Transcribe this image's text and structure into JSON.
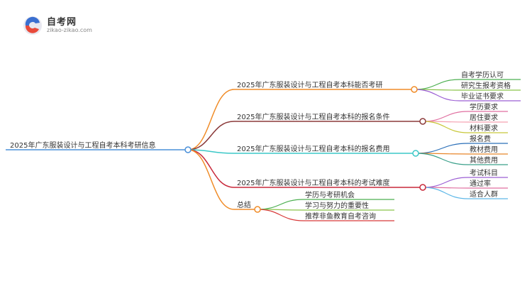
{
  "logo": {
    "title": "自考网",
    "url": "zikao-zikao.com",
    "icon": "zikao-logo-icon"
  },
  "root": {
    "label": "2025年广东服装设计与工程自考本科考研信息",
    "color": "#4a90d9"
  },
  "branches": [
    {
      "label": "2025年广东服装设计与工程自考本科能否考研",
      "color": "#f08c28",
      "children": [
        {
          "label": "自考学历认可",
          "color": "#4caf50"
        },
        {
          "label": "研究生报考资格",
          "color": "#8bc34a"
        },
        {
          "label": "毕业证书要求",
          "color": "#9c5fd4"
        }
      ]
    },
    {
      "label": "2025年广东服装设计与工程自考本科的报名条件",
      "color": "#8b3a3a",
      "children": [
        {
          "label": "学历要求",
          "color": "#e06fa0"
        },
        {
          "label": "居住要求",
          "color": "#f5a0b0"
        },
        {
          "label": "材料要求",
          "color": "#c8c83a"
        }
      ]
    },
    {
      "label": "2025年广东服装设计与工程自考本科的报名费用",
      "color": "#3cc8c8",
      "children": [
        {
          "label": "报名费",
          "color": "#2a6fb8"
        },
        {
          "label": "教材费用",
          "color": "#e8862a"
        },
        {
          "label": "其他费用",
          "color": "#3aa08a"
        }
      ]
    },
    {
      "label": "2025年广东服装设计与工程自考本科的考试难度",
      "color": "#c8283a",
      "children": [
        {
          "label": "考试科目",
          "color": "#9c5fd4"
        },
        {
          "label": "通过率",
          "color": "#e06fa0"
        },
        {
          "label": "适合人群",
          "color": "#5fb8e8"
        }
      ]
    },
    {
      "label": "总结",
      "color": "#f08c28",
      "children": [
        {
          "label": "学历与考研机会",
          "color": "#4caf50"
        },
        {
          "label": "学习与努力的重要性",
          "color": "#8bc34a"
        },
        {
          "label": "推荐非鱼教育自考咨询",
          "color": "#d83a3a"
        }
      ]
    }
  ]
}
